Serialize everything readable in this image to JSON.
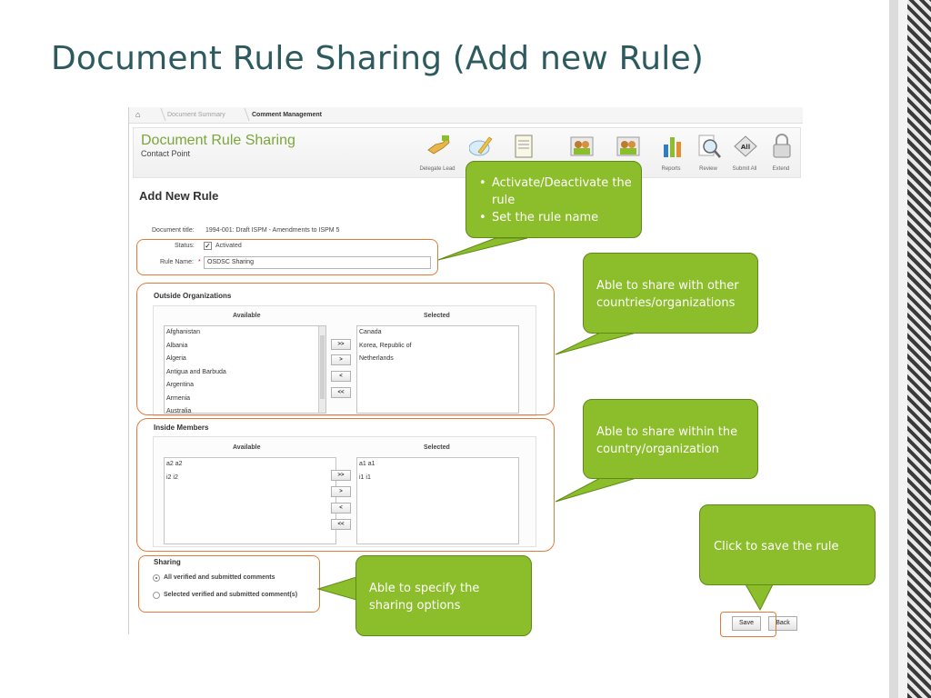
{
  "slide": {
    "title": "Document Rule Sharing (Add new Rule)"
  },
  "breadcrumb": {
    "items": [
      "Document Summary",
      "Comment Management"
    ]
  },
  "header": {
    "title": "Document Rule Sharing",
    "subtitle": "Contact Point",
    "tools": [
      {
        "label": "Delegate Lead",
        "icon": "handshake-icon"
      },
      {
        "label": "",
        "icon": "edit-icon"
      },
      {
        "label": "",
        "icon": "document-icon"
      },
      {
        "label": "",
        "icon": "users-icon"
      },
      {
        "label": "",
        "icon": "users-add-icon"
      },
      {
        "label": "Reports",
        "icon": "bar-chart-icon"
      },
      {
        "label": "Review",
        "icon": "magnifier-icon"
      },
      {
        "label": "Submit All",
        "icon": "submit-all-icon"
      },
      {
        "label": "Extend",
        "icon": "lock-icon"
      }
    ]
  },
  "form": {
    "heading": "Add New Rule",
    "document_title_label": "Document title:",
    "document_title_value": "1994-001: Draft ISPM - Amendments to ISPM 5",
    "status_label": "Status:",
    "status_value": "Activated",
    "status_checked": true,
    "rule_name_label": "Rule Name:",
    "rule_name_required": "*",
    "rule_name_value": "OSDSC Sharing"
  },
  "outside_orgs": {
    "title": "Outside Organizations",
    "available_label": "Available",
    "selected_label": "Selected",
    "available": [
      "Afghanistan",
      "Albania",
      "Algeria",
      "Antigua and Barbuda",
      "Argentina",
      "Armenia",
      "Australia"
    ],
    "selected": [
      "Canada",
      "Korea, Republic of",
      "Netherlands"
    ],
    "buttons": [
      ">>",
      ">",
      "<",
      "<<"
    ]
  },
  "inside_members": {
    "title": "Inside Members",
    "available_label": "Available",
    "selected_label": "Selected",
    "available": [
      "a2 a2",
      "i2 i2"
    ],
    "selected": [
      "a1 a1",
      "i1 i1"
    ],
    "buttons": [
      ">>",
      ">",
      "<",
      "<<"
    ]
  },
  "sharing": {
    "title": "Sharing",
    "options": [
      "All verified and submitted comments",
      "Selected verified and submitted comment(s)"
    ],
    "selected_index": 0
  },
  "actions": {
    "save": "Save",
    "back": "Back"
  },
  "callouts": {
    "rule": [
      "Activate/Deactivate the rule",
      "Set the rule name"
    ],
    "outside": "Able to share with other countries/organizations",
    "inside": "Able to share within the country/organization",
    "save": "Click to save the rule",
    "sharing": "Able to specify the sharing options"
  },
  "colors": {
    "title": "#2d5a5e",
    "callout": "#8cbd2a",
    "highlight": "#e07b3a",
    "app_title": "#7ba63a"
  }
}
